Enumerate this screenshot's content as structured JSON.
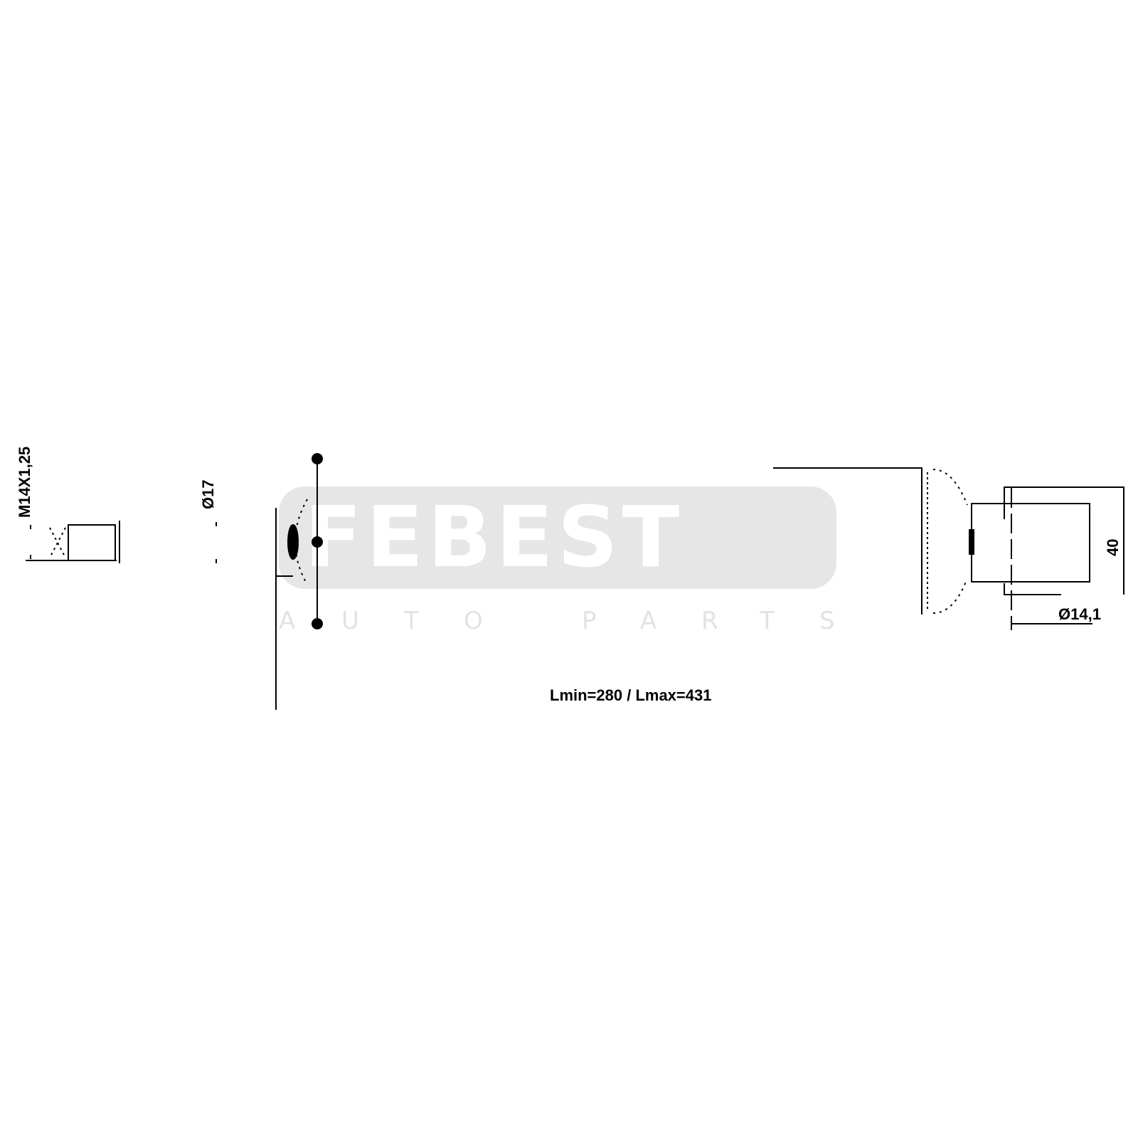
{
  "watermark": {
    "brand": "FEBEST",
    "tagline": [
      "A",
      "U",
      "T",
      "O",
      "P",
      "A",
      "R",
      "T",
      "S"
    ],
    "color": "#e6e6e6"
  },
  "dimensions": {
    "thread": "M14X1,25",
    "rod_diameter": "Ø17",
    "height": "40",
    "bushing_diameter": "Ø14,1",
    "length": "Lmin=280 / Lmax=431"
  }
}
